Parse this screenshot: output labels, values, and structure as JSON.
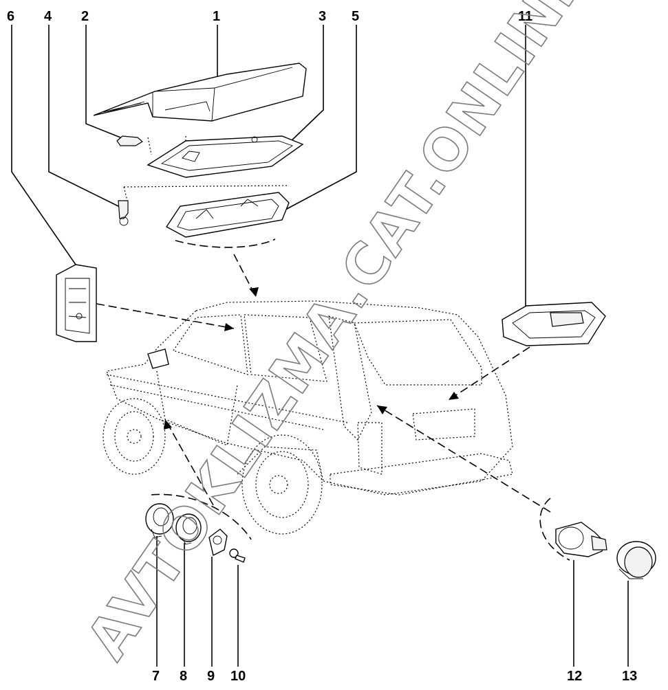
{
  "diagram": {
    "callouts": [
      {
        "id": "c1",
        "text": "1"
      },
      {
        "id": "c2",
        "text": "2"
      },
      {
        "id": "c3",
        "text": "3"
      },
      {
        "id": "c4",
        "text": "4"
      },
      {
        "id": "c5",
        "text": "5"
      },
      {
        "id": "c6",
        "text": "6"
      },
      {
        "id": "c7",
        "text": "7"
      },
      {
        "id": "c8",
        "text": "8"
      },
      {
        "id": "c9",
        "text": "9"
      },
      {
        "id": "c10",
        "text": "10"
      },
      {
        "id": "c11",
        "text": "11"
      },
      {
        "id": "c12",
        "text": "12"
      },
      {
        "id": "c13",
        "text": "13"
      }
    ],
    "watermark": "AVTOKLIZMA.CAT.ONLINE"
  }
}
